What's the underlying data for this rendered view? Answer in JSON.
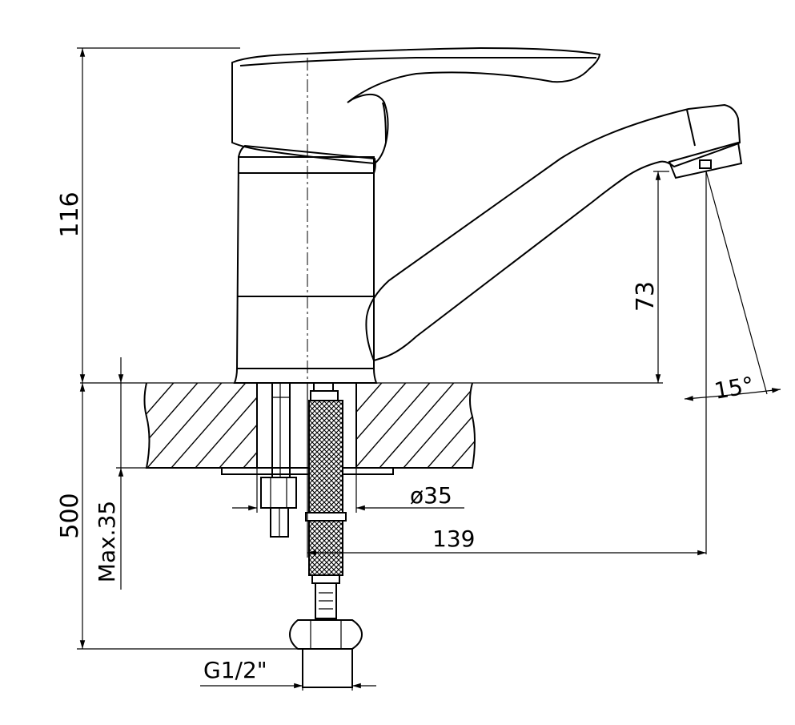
{
  "drawing": {
    "dimensions": {
      "height_total": "116",
      "spout_height": "73",
      "spout_angle": "15°",
      "below_counter": "500",
      "max_thickness": "Max.35",
      "hole_diameter": "ø35",
      "spout_reach": "139",
      "thread": "G1/2\""
    }
  }
}
